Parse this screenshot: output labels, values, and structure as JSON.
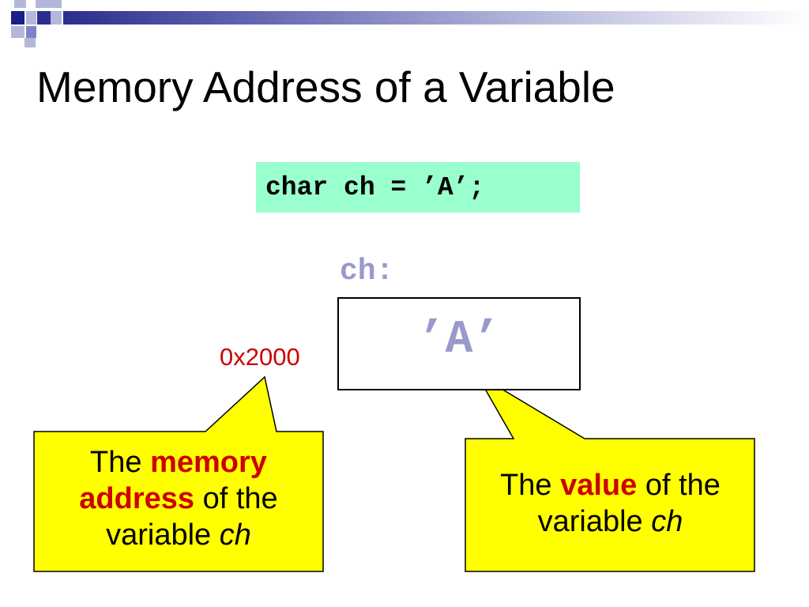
{
  "slide": {
    "title": "Memory Address of a Variable",
    "code": "char ch = ’A’;",
    "variable_label": "ch:",
    "cell_value": "’A’",
    "address": "0x2000"
  },
  "callouts": {
    "address": {
      "prefix": "The ",
      "highlight": "memory address",
      "middle": " of the variable ",
      "variable": "ch"
    },
    "value": {
      "prefix": "The ",
      "highlight": "value",
      "middle": " of the variable ",
      "variable": "ch"
    }
  },
  "colors": {
    "code_background": "#99ffcc",
    "callout_fill": "#ffff00",
    "highlight": "#cc0000",
    "variable_text": "#9999cc",
    "title_bar_dark": "#2b2e8c"
  }
}
